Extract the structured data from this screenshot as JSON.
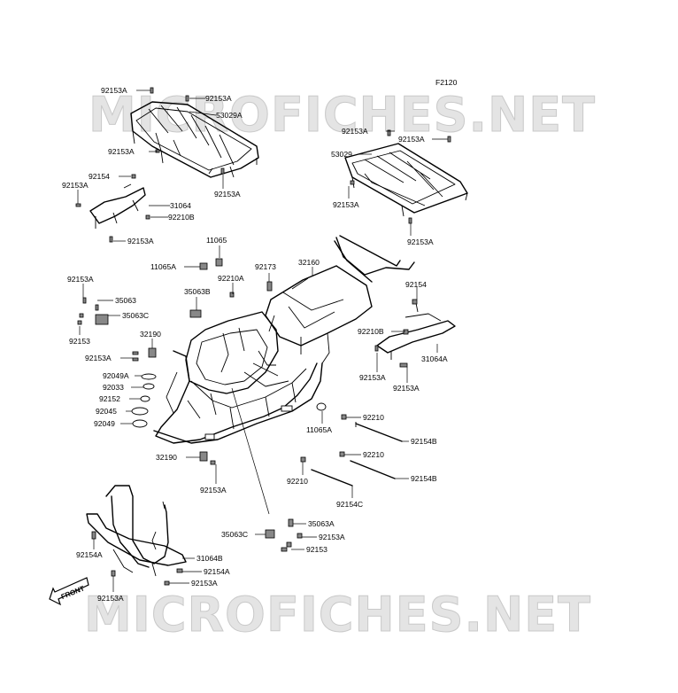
{
  "figure_code": "F2120",
  "watermark_top": "MICROFICHES.NET",
  "watermark_bottom": "MICROFICHES.NET",
  "front_label": "FRONT",
  "part_labels": {
    "p01": "92153A",
    "p02": "92153A",
    "p03": "53029A",
    "p04": "92153A",
    "p05": "92153A",
    "p06": "92154",
    "p07": "92153A",
    "p08": "31064",
    "p09": "92210B",
    "p10": "92153A",
    "p11": "11065",
    "p12": "11065A",
    "p13": "92173",
    "p14": "32160",
    "p15": "92210A",
    "p16": "35063B",
    "p17": "92153A",
    "p18": "35063",
    "p19": "35063C",
    "p20": "92153",
    "p21": "32190",
    "p22": "92153A",
    "p23": "92049A",
    "p24": "92033",
    "p25": "92152",
    "p26": "92045",
    "p27": "92049",
    "p28": "92153A",
    "p29": "92153A",
    "p30": "53029",
    "p31": "92153A",
    "p32": "92153A",
    "p33": "92154",
    "p34": "92210B",
    "p35": "31064A",
    "p36": "92153A",
    "p37": "92153A",
    "p38": "92210",
    "p39": "11065A",
    "p40": "92154B",
    "p41": "92210",
    "p42": "92154B",
    "p43": "92210",
    "p44": "92154C",
    "p45": "32190",
    "p46": "92153A",
    "p47": "35063A",
    "p48": "35063C",
    "p49": "92153A",
    "p50": "92153",
    "p51": "92154A",
    "p52": "31064B",
    "p53": "92154A",
    "p54": "92153A",
    "p55": "92153A"
  }
}
